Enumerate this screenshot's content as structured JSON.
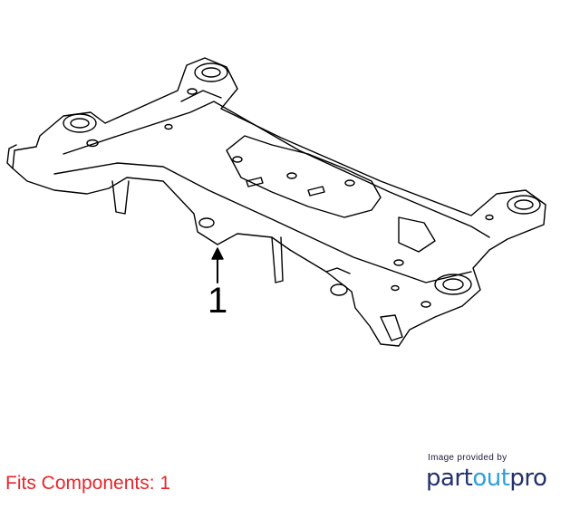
{
  "diagram": {
    "part_name": "rear-subframe-crossmember",
    "callout": "1",
    "line_color": "#000000"
  },
  "fits": {
    "text": "Fits Components: 1",
    "color": "#e8262b"
  },
  "credit": {
    "small_text": "Image provided by",
    "logo_part": "part",
    "logo_out": "out",
    "logo_pro": "pro",
    "logo_primary_color": "#24306b",
    "logo_accent_color": "#2e9fdc"
  }
}
